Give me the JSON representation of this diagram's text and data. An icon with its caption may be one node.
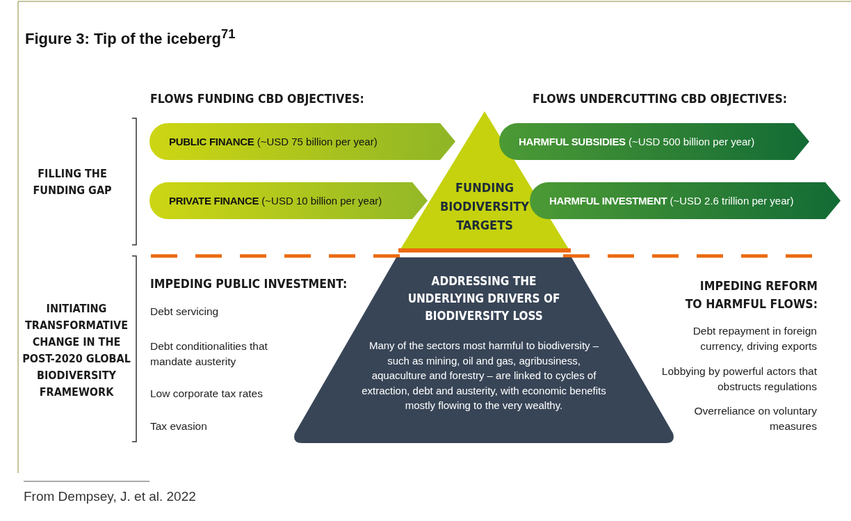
{
  "diagram": {
    "title": "Figure 3: Tip of the iceberg$^{71}$",
    "caption": "From Dempsey, J. et al. 2022",
    "nodes": [
      {
        "text": [
          "FUNDING BIODIVERSITY TARGETS"
        ]
      },
      {
        "text": [
          "ADDRESSING THE UNDERLYING DRIVERS OF BIODIVERSITY LOSS",
          "Many of the sectors most harmful to biodiversity – such as mining, oil and gas, agribusiness, aquaculture and forestry – are linked to cycles of extraction, debt and austerity, with economic benefits mostly flowing to the very wealthy."
        ]
      },
      {
        "text": [
          "**PUBLIC FINANCE** (~USD 75 billion per year)"
        ]
      },
      {
        "text": [
          "**PRIVATE FINANCE** (~USD 10 billion per year)"
        ]
      },
      {
        "text": [
          "**HARMFUL SUBSIDIES** (~USD 500 billion per year)"
        ]
      },
      {
        "text": [
          "**HARMFUL INVESTMENT** (~USD 2.6 trillion per year)"
        ]
      }
    ],
    "labels": [
      "FLOWS FUNDING CBD OBJECTIVES:",
      "FLOWS UNDERCUTTING CBD OBJECTIVES:",
      "FILLING THE FUNDING GAP",
      "IMPEDING PUBLIC INVESTMENT:",
      "IMPEDING REFORM TO HARMFUL FLOWS:",
      "INITIATING TRANSFORMATIVE CHANGE IN THE POST-2020 GLOBAL BIODIVERSITY FRAMEWORK",
      "Debt servicing",
      "Debt repayment in foreign currency, driving exports",
      "Debt conditionalities that mandate austerity",
      "Lobbying by powerful actors that obstructs regulations",
      "Low corporate tax rates",
      "Overreliance on voluntary measures",
      "Tax evasion"
    ]
  }
}
